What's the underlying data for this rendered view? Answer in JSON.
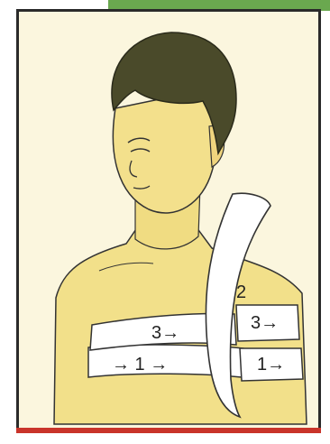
{
  "illustration": {
    "subject": "shoulder-bandage",
    "labels": [
      {
        "id": "arrow-3-left",
        "text": "3→"
      },
      {
        "id": "arrow-1-left",
        "text": "→ 1 →"
      },
      {
        "id": "number-2",
        "text": "2"
      },
      {
        "id": "arrow-3-right",
        "text": "3→"
      },
      {
        "id": "arrow-1-right",
        "text": "1→"
      }
    ]
  },
  "colors": {
    "frame_background": "#fbf6de",
    "skin": "#f2e08a",
    "hair": "#4a4a2a",
    "bandage": "#ffffff",
    "outline": "#333333",
    "top_accent": "#6aa84f",
    "bottom_accent": "#c9342a"
  }
}
